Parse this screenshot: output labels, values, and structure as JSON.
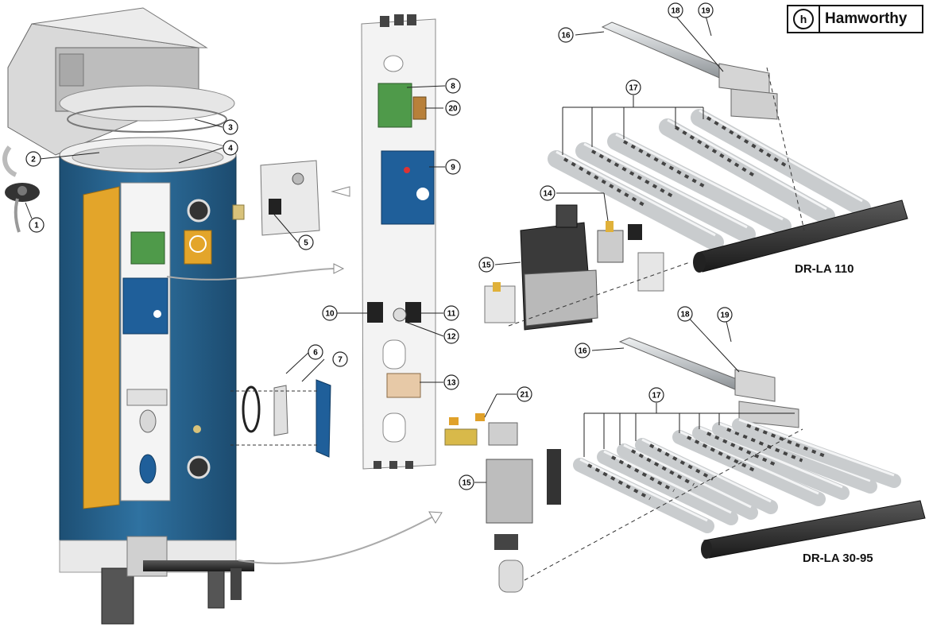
{
  "brand": {
    "name": "Hamworthy",
    "mark": "h"
  },
  "models": {
    "large": "DR-LA 110",
    "small": "DR-LA 30-95"
  },
  "callouts": {
    "c1": "1",
    "c2": "2",
    "c3": "3",
    "c4": "4",
    "c5": "5",
    "c6": "6",
    "c7": "7",
    "c8": "8",
    "c9": "9",
    "c10": "10",
    "c11": "11",
    "c12": "12",
    "c13": "13",
    "c14": "14",
    "c15a": "15",
    "c16a": "16",
    "c17a": "17",
    "c18a": "18",
    "c19a": "19",
    "c20": "20",
    "c15b": "15",
    "c16b": "16",
    "c17b": "17",
    "c18b": "18",
    "c19b": "19",
    "c21": "21"
  },
  "colors": {
    "tank_blue": "#2c6a96",
    "flap_orange": "#e3a52a",
    "panel_blue": "#1f5f9a",
    "pcb_green": "#4f9a4a",
    "burner_gray": "#c9ccce",
    "manifold_dark": "#2b2b2b"
  }
}
